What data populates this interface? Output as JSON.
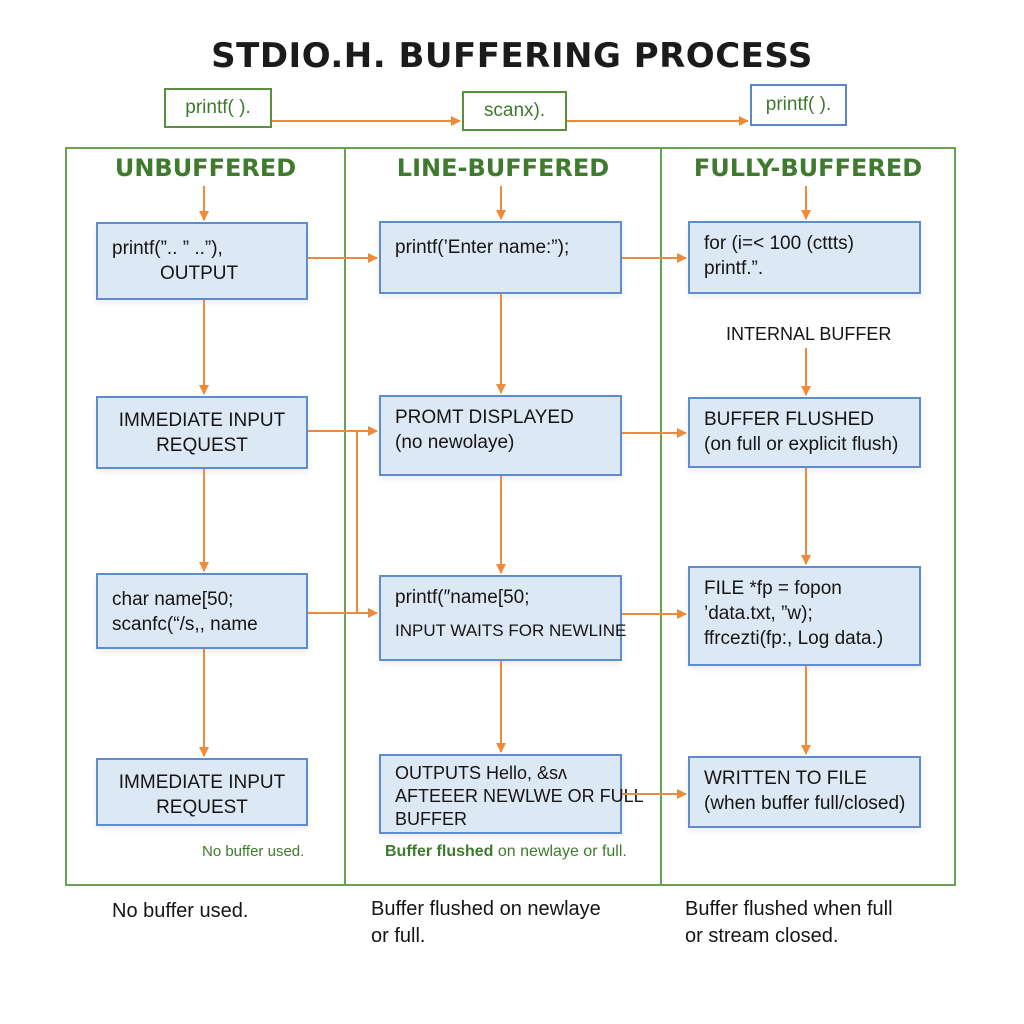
{
  "title": "STDIO.H. BUFFERING PROCESS",
  "top_flow": [
    {
      "label": "printf( )."
    },
    {
      "label": "scanx)."
    },
    {
      "label": "printf( )."
    }
  ],
  "columns": [
    {
      "heading": "UNBUFFERED",
      "boxes": [
        {
          "lines": [
            "printf(”.. ” ..”),",
            "OUTPUT"
          ]
        },
        {
          "lines": [
            "IMMEDIATE INPUT",
            "REQUEST"
          ]
        },
        {
          "lines": [
            "char name[50;",
            "scanfc(“/s,, name"
          ]
        },
        {
          "lines": [
            "IMMEDIATE INPUT",
            "REQUEST"
          ]
        }
      ],
      "note": "No buffer used.",
      "footer": [
        "No buffer used."
      ]
    },
    {
      "heading": "LINE-BUFFERED",
      "boxes": [
        {
          "lines": [
            "printf(’Enter name:”);"
          ]
        },
        {
          "lines": [
            "PROMT DISPLAYED",
            "(no newolaye)"
          ]
        },
        {
          "lines": [
            "printf(″name[50;",
            "INPUT WAITS FOR NEWLINE"
          ]
        },
        {
          "lines": [
            "OUTPUTS Hello, &sʌ",
            "AFTEEER NEWLWE OR FULL",
            "BUFFER"
          ]
        }
      ],
      "note_bold": "Buffer flushed",
      "note_rest": " on newlaye or full.",
      "footer": [
        "Buffer flushed on newlaye",
        "or full."
      ]
    },
    {
      "heading": "FULLY-BUFFERED",
      "boxes": [
        {
          "lines": [
            "for (i=< 100 (cttts)",
            "printf.”."
          ]
        },
        {
          "lines": [
            "BUFFER FLUSHED",
            "(on full or explicit flush)"
          ]
        },
        {
          "lines": [
            "FILE *fp = fopon",
            "’data.txt, ”w);",
            "ffrcezti(fp:, Log data.)"
          ]
        },
        {
          "lines": [
            "WRITTEN TO FILE",
            "(when buffer full/closed)"
          ]
        }
      ],
      "label_internal": "INTERNAL BUFFER",
      "footer": [
        "Buffer flushed when full",
        "or stream closed."
      ]
    }
  ],
  "colors": {
    "accent_green": "#3f7a2e",
    "border_green": "#6aa150",
    "arrow_orange": "#ee8a3a",
    "box_fill": "#dde8f5",
    "box_border": "#5f8ccc"
  }
}
